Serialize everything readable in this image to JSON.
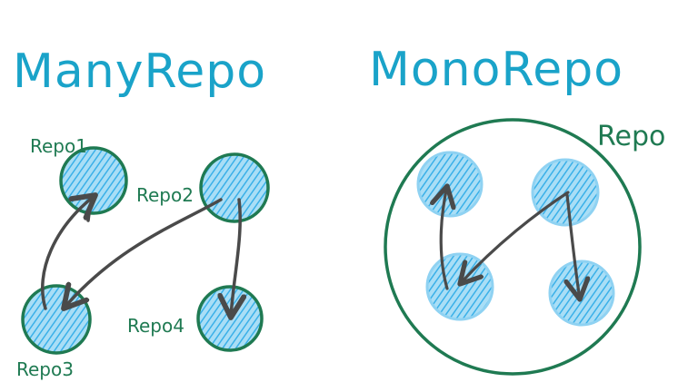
{
  "colors": {
    "title": "#1aa3c9",
    "outline": "#1f7a52",
    "fill": "#8fd2f2",
    "hatch": "#3ab0e8",
    "inner_ring": "#8fd2f2",
    "arrow": "#4a4a4a"
  },
  "left": {
    "title": "ManyRepo",
    "repos": [
      {
        "label": "Repo1"
      },
      {
        "label": "Repo2"
      },
      {
        "label": "Repo3"
      },
      {
        "label": "Repo4"
      }
    ]
  },
  "right": {
    "title": "MonoRepo",
    "container_label": "Repo"
  }
}
